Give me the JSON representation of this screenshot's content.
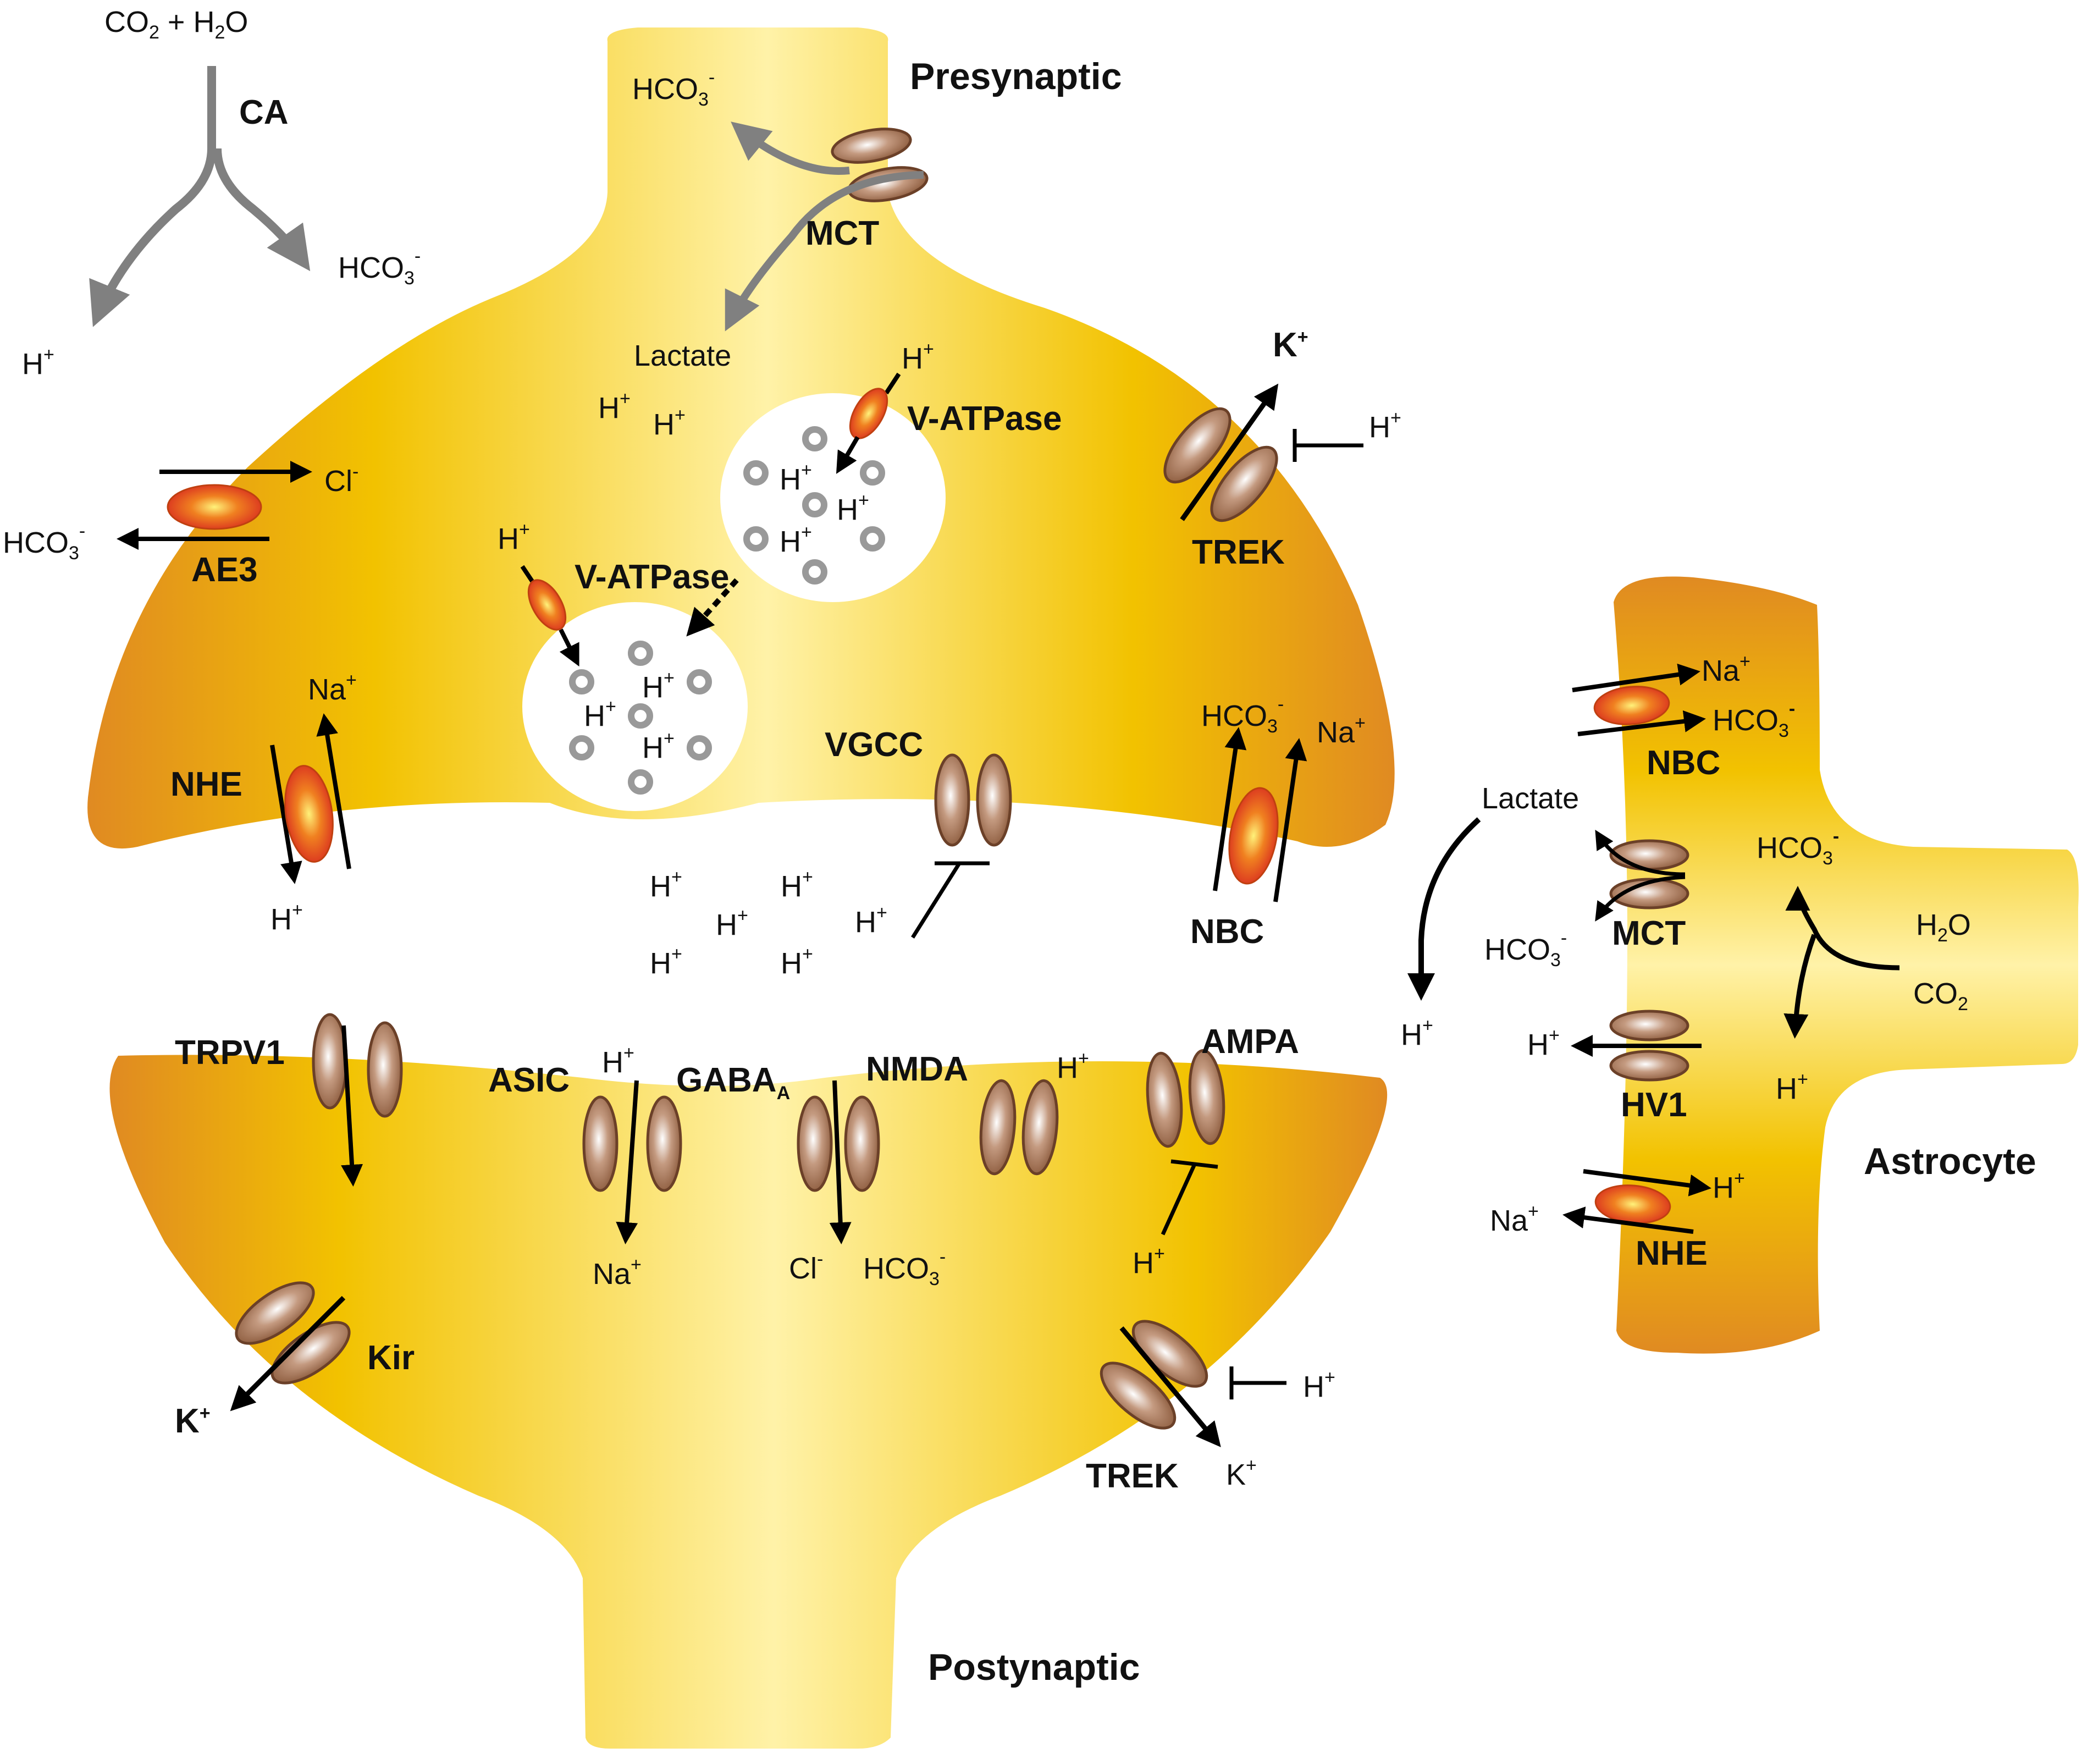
{
  "cells": {
    "presynaptic": "Presynaptic",
    "postynaptic": "Postynaptic",
    "astrocyte": "Astrocyte"
  },
  "reaction": {
    "co2": "CO",
    "co2_sub": "2",
    "plus_h2o": " + H",
    "h2o_sub": "2",
    "o": "O",
    "ca": "CA",
    "h": "H",
    "h_sup": "+",
    "hco3": "HCO",
    "hco3_sub": "3",
    "hco3_sup": "-"
  },
  "presynaptic": {
    "mct": "MCT",
    "hco3": "HCO",
    "hco3_sub": "3",
    "hco3_sup": "-",
    "lactate": "Lactate",
    "v_atpase_1": "V-ATPase",
    "v_atpase_2": "V-ATPase",
    "ae3": "AE3",
    "cl": "Cl",
    "cl_sup": "-",
    "ae3_hco3": "HCO",
    "ae3_hco3_sub": "3",
    "ae3_hco3_sup": "-",
    "nhe": "NHE",
    "na": "Na",
    "na_sup": "+",
    "h": "H",
    "h_sup": "+",
    "trek": "TREK",
    "k": "K",
    "k_sup": "+",
    "trek_h": "H",
    "trek_h_sup": "+",
    "nbc": "NBC",
    "nbc_hco3": "HCO",
    "nbc_hco3_sub": "3",
    "nbc_hco3_sup": "-",
    "nbc_na": "Na",
    "nbc_na_sup": "+",
    "vgcc": "VGCC",
    "cyto_h": "H",
    "cyto_h_sup": "+",
    "vesicle_h": "H",
    "vesicle_h_sup": "+"
  },
  "cleft": {
    "h": "H",
    "h_sup": "+"
  },
  "postsynaptic": {
    "trpv1": "TRPV1",
    "asic": "ASIC",
    "gaba": "GABA",
    "gaba_sub": "A",
    "nmda": "NMDA",
    "ampa": "AMPA",
    "kir": "Kir",
    "trek": "TREK",
    "h": "H",
    "h_sup": "+",
    "na": "Na",
    "na_sup": "+",
    "cl": "Cl",
    "cl_sup": "-",
    "hco3": "HCO",
    "hco3_sub": "3",
    "hco3_sup": "-",
    "k": "K",
    "k_sup": "+"
  },
  "astrocyte": {
    "nbc": "NBC",
    "mct": "MCT",
    "hv1": "HV1",
    "nhe": "NHE",
    "na": "Na",
    "na_sup": "+",
    "hco3": "HCO",
    "hco3_sub": "3",
    "hco3_sup": "-",
    "lactate": "Lactate",
    "h": "H",
    "h_sup": "+",
    "h2o": "H",
    "h2o_sub": "2",
    "h2o_o": "O",
    "co2": "CO",
    "co2_sub": "2"
  },
  "colors": {
    "membrane_light": "#FFF2A8",
    "membrane_mid": "#F2C200",
    "membrane_dark": "#E08A22",
    "channel_brown": "#8B5A3C",
    "transporter_orange": "#F08020",
    "transporter_red": "#D93020",
    "arrow_gray": "#808080",
    "vesicle_dot": "#999999"
  }
}
